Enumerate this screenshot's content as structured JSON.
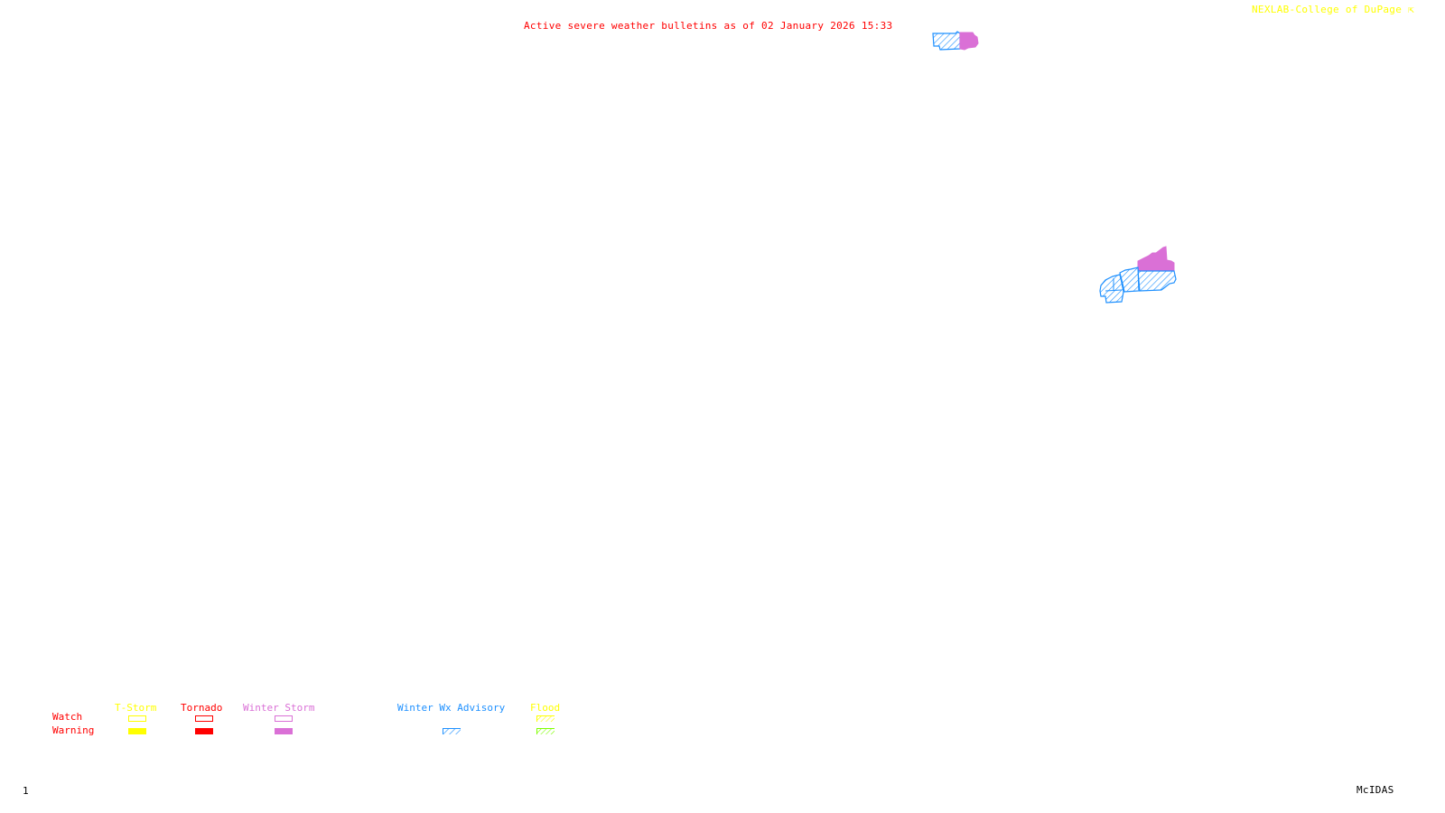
{
  "header": {
    "title": "Active severe weather bulletins as of 02 January 2026 15:33",
    "credit": "NEXLAB-College of DuPage",
    "credit_icon": "cursor-arrow-icon"
  },
  "colors": {
    "title": "#ff0000",
    "credit": "#ffff00",
    "tstorm": "#ffff00",
    "tornado": "#ff0000",
    "winter_storm": "#da70d6",
    "winter_wx_advisory": "#1e90ff",
    "flood_watch": "#ffff00",
    "flood_warning": "#7fff00",
    "row_label": "#ff0000"
  },
  "map_features": [
    {
      "type": "Winter Wx Advisory",
      "region": "northern area near top edge"
    },
    {
      "type": "Winter Storm Warning",
      "region": "northern area near top edge"
    },
    {
      "type": "Winter Wx Advisory",
      "region": "eastern area"
    },
    {
      "type": "Winter Storm Warning",
      "region": "eastern area"
    }
  ],
  "legend": {
    "rows": [
      "Watch",
      "Warning"
    ],
    "columns": [
      {
        "label": "T-Storm",
        "watch": "outline",
        "warning": "fill"
      },
      {
        "label": "Tornado",
        "watch": "outline",
        "warning": "fill"
      },
      {
        "label": "Winter Storm",
        "watch": "outline",
        "warning": "fill"
      },
      {
        "label": "Winter Wx Advisory",
        "watch": null,
        "warning": "hatch"
      },
      {
        "label": "Flood",
        "watch": "hatch",
        "warning": "hatch"
      }
    ]
  },
  "footer": {
    "frame_number": "1",
    "software": "McIDAS"
  }
}
